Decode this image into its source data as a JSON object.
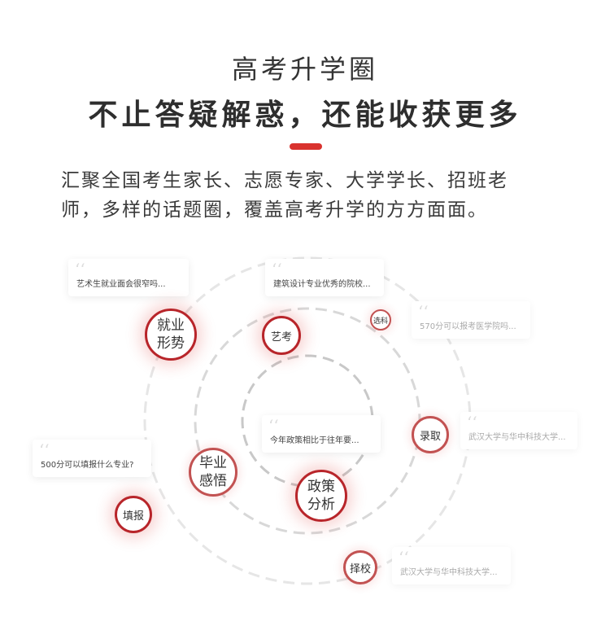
{
  "header": {
    "title": "高考升学圈",
    "subtitle": "不止答疑解惑，还能收获更多",
    "description_line1": "汇聚全国考生家长、志愿专家、大学学长、招班老",
    "description_line2": "师，多样的话题圈，覆盖高考升学的方方面面。"
  },
  "topics": {
    "employment": "就业\n形势",
    "art_exam": "艺考",
    "subject_select": "选科",
    "admission": "录取",
    "graduation": "毕业\n感悟",
    "policy": "政策\n分析",
    "fill": "填报",
    "school_select": "择校"
  },
  "cards": {
    "art_employment": "艺术生就业面会很窄吗...",
    "architecture": "建筑设计专业优秀的院校...",
    "score570": "570分可以报考医学院吗...",
    "policy_compare": "今年政策相比于往年要...",
    "wuhan_hust_1": "武汉大学与华中科技大学...",
    "score500": "500分可以填报什么专业?",
    "wuhan_hust_2": "武汉大学与华中科技大学..."
  },
  "quote_mark": "‘‘",
  "colors": {
    "accent": "#d9322e",
    "ring": "#e3e3e3"
  }
}
